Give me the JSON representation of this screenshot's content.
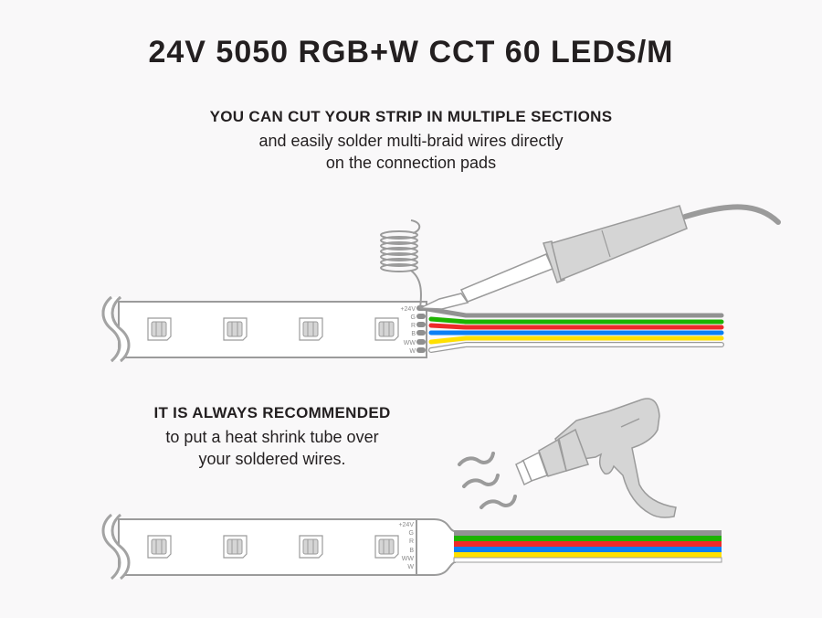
{
  "title": "24V 5050 RGB+W CCT 60 LEDS/M",
  "section_cut": {
    "heading": "YOU CAN CUT YOUR STRIP IN MULTIPLE SECTIONS",
    "line1": "and easily solder multi-braid wires directly",
    "line2": "on the connection pads"
  },
  "section_shrink": {
    "heading": "IT IS ALWAYS RECOMMENDED",
    "line1": "to put a heat shrink tube over",
    "line2": "your soldered wires."
  },
  "pads": [
    "+24V",
    "G",
    "R",
    "B",
    "WW",
    "W"
  ],
  "wire_colors": {
    "+24V": "#929292",
    "G": "#1db300",
    "R": "#ee2a2a",
    "B": "#0a7ff5",
    "WW": "#ffe000",
    "W": "#ffffff"
  },
  "icons": [
    "solder-wire-coil-icon",
    "soldering-iron-icon",
    "heat-gun-icon",
    "heat-waves-icon",
    "led-chip-icon"
  ]
}
